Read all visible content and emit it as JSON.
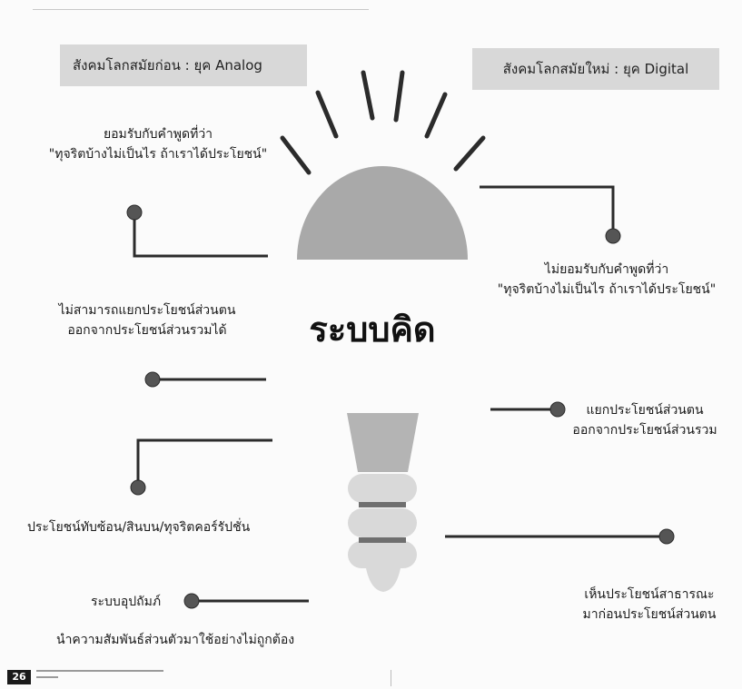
{
  "header": {
    "left_label": "สังคมโลกสมัยก่อน : ยุค Analog",
    "right_label": "สังคมโลกสมัยใหม่ : ยุค Digital"
  },
  "center_title": "ระบบคิด",
  "left_items": [
    {
      "lines": [
        "ยอมรับกับคำพูดที่ว่า",
        "\"ทุจริตบ้างไม่เป็นไร ถ้าเราได้ประโยชน์\""
      ]
    },
    {
      "lines": [
        "ไม่สามารถแยกประโยชน์ส่วนตน",
        "ออกจากประโยชน์ส่วนรวมได้"
      ]
    },
    {
      "lines": [
        "ประโยชน์ทับซ้อน/สินบน/ทุจริตคอร์รัปชั่น"
      ]
    },
    {
      "lines": [
        "ระบบอุปถัมภ์",
        "นำความสัมพันธ์ส่วนตัวมาใช้อย่างไม่ถูกต้อง"
      ]
    }
  ],
  "right_items": [
    {
      "lines": [
        "ไม่ยอมรับกับคำพูดที่ว่า",
        "\"ทุจริตบ้างไม่เป็นไร ถ้าเราได้ประโยชน์\""
      ]
    },
    {
      "lines": [
        "แยกประโยชน์ส่วนตน",
        "ออกจากประโยชน์ส่วนรวม"
      ]
    },
    {
      "lines": [
        "เห็นประโยชน์สาธารณะ",
        "มาก่อนประโยชน์ส่วนตน"
      ]
    }
  ],
  "footer": {
    "page_number": "26"
  },
  "colors": {
    "bulb_top": "#a9a9a9",
    "bulb_neck": "#b4b4b4",
    "bulb_base": "#d9d9d9",
    "bulb_stripe": "#6f6f6f",
    "connector": "#2b2b2b",
    "dot": "#555555",
    "header_bg": "#d8d8d8"
  },
  "icons": [
    "light-bulb-icon",
    "light-ray-icon"
  ]
}
